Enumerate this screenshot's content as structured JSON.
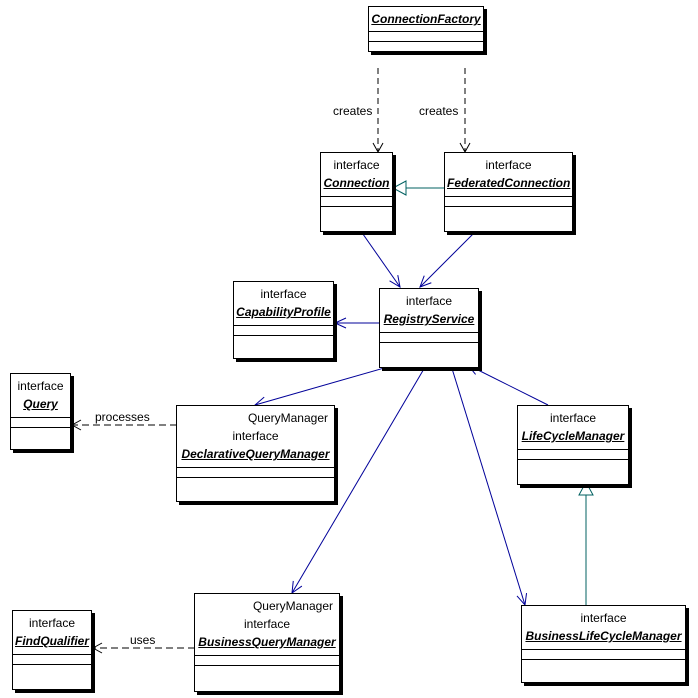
{
  "classes": {
    "connection_factory": {
      "name": "ConnectionFactory"
    },
    "connection": {
      "stereotype": "interface",
      "name": "Connection"
    },
    "federated_connection": {
      "stereotype": "interface",
      "name": "FederatedConnection"
    },
    "capability_profile": {
      "stereotype": "interface",
      "name": "CapabilityProfile"
    },
    "registry_service": {
      "stereotype": "interface",
      "name": "RegistryService"
    },
    "query": {
      "stereotype": "interface",
      "name": "Query"
    },
    "declarative_query_manager": {
      "parent": "QueryManager",
      "stereotype": "interface",
      "name": "DeclarativeQueryManager"
    },
    "life_cycle_manager": {
      "stereotype": "interface",
      "name": "LifeCycleManager"
    },
    "find_qualifier": {
      "stereotype": "interface",
      "name": "FindQualifier"
    },
    "business_query_manager": {
      "parent": "QueryManager",
      "stereotype": "interface",
      "name": "BusinessQueryManager"
    },
    "business_life_cycle_manager": {
      "stereotype": "interface",
      "name": "BusinessLifeCycleManager"
    }
  },
  "labels": {
    "creates_connection": "creates",
    "creates_federated": "creates",
    "processes": "processes",
    "uses": "uses"
  },
  "colors": {
    "association": "#000099",
    "generalization": "#006060",
    "dependency": "#000000"
  }
}
